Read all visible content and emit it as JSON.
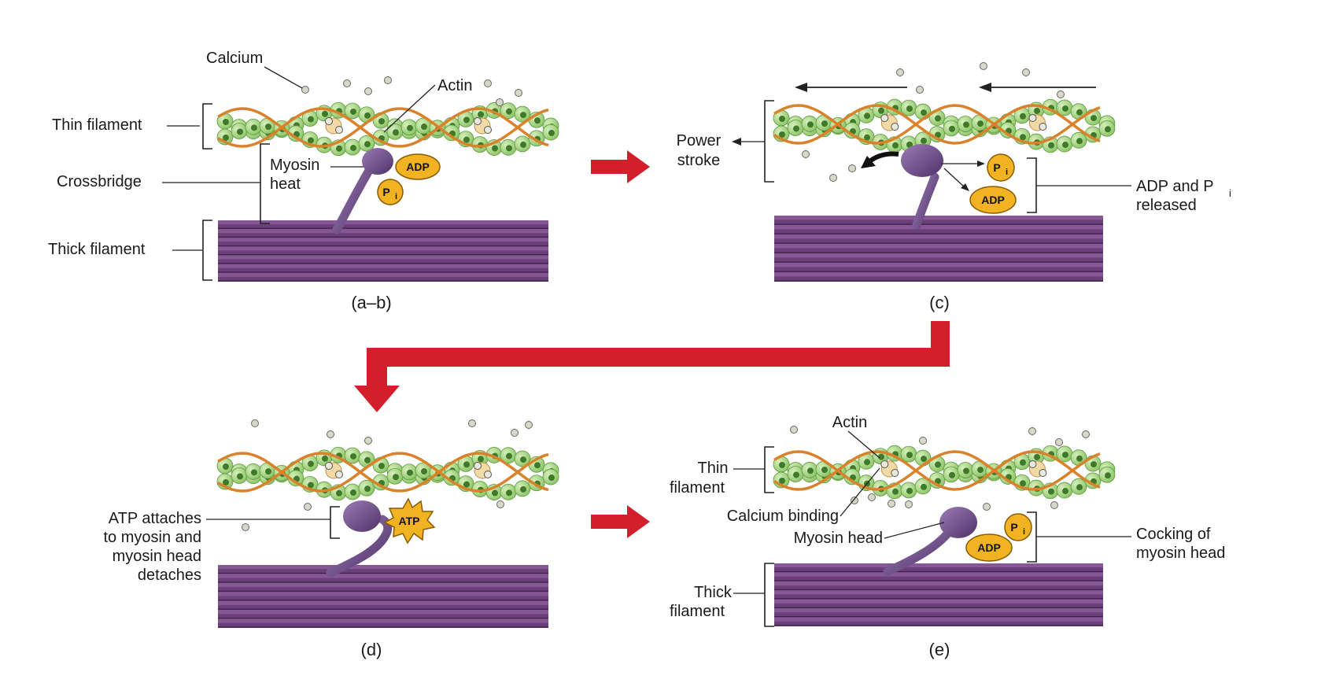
{
  "colors": {
    "background": "#ffffff",
    "thick_filament": "#6b3f7a",
    "thick_stripe": "#8a5c99",
    "myosin": "#6a4a86",
    "actin_bead": "#9fd07a",
    "actin_dot": "#3f7a2a",
    "tropomyosin": "#d9822b",
    "troponin": "#f3d9a6",
    "molecule": "#f1b322",
    "calcium": "#d8d8c8",
    "flow_arrow": "#d21f2b"
  },
  "icons": {
    "flow_arrows": "red-block-arrow",
    "motion_arrows": "thin-black-arrow",
    "power_stroke_arrow": "curved-black-arrow"
  },
  "panels": {
    "ab": {
      "caption": "(a–b)",
      "labels": {
        "calcium": "Calcium",
        "actin": "Actin",
        "thin_filament": "Thin filament",
        "crossbridge": "Crossbridge",
        "myosin_heat_1": "Myosin",
        "myosin_heat_2": "heat",
        "thick_filament": "Thick filament"
      },
      "adp": "ADP",
      "pi_main": "P",
      "pi_sub": "i"
    },
    "c": {
      "caption": "(c)",
      "labels": {
        "power_stroke_1": "Power",
        "power_stroke_2": "stroke",
        "released_1": "ADP and P",
        "released_sub": "i",
        "released_2": "released"
      },
      "adp": "ADP",
      "pi_main": "P",
      "pi_sub": "i"
    },
    "d": {
      "caption": "(d)",
      "labels": {
        "atp_1": "ATP attaches",
        "atp_2": "to myosin and",
        "atp_3": "myosin head",
        "atp_4": "detaches"
      },
      "atp": "ATP"
    },
    "e": {
      "caption": "(e)",
      "labels": {
        "actin": "Actin",
        "thin_1": "Thin",
        "thin_2": "filament",
        "calcium_binding": "Calcium binding",
        "myosin_head": "Myosin head",
        "cocking_1": "Cocking of",
        "cocking_2": "myosin head",
        "thick_1": "Thick",
        "thick_2": "filament"
      },
      "adp": "ADP",
      "pi_main": "P",
      "pi_sub": "i"
    }
  }
}
